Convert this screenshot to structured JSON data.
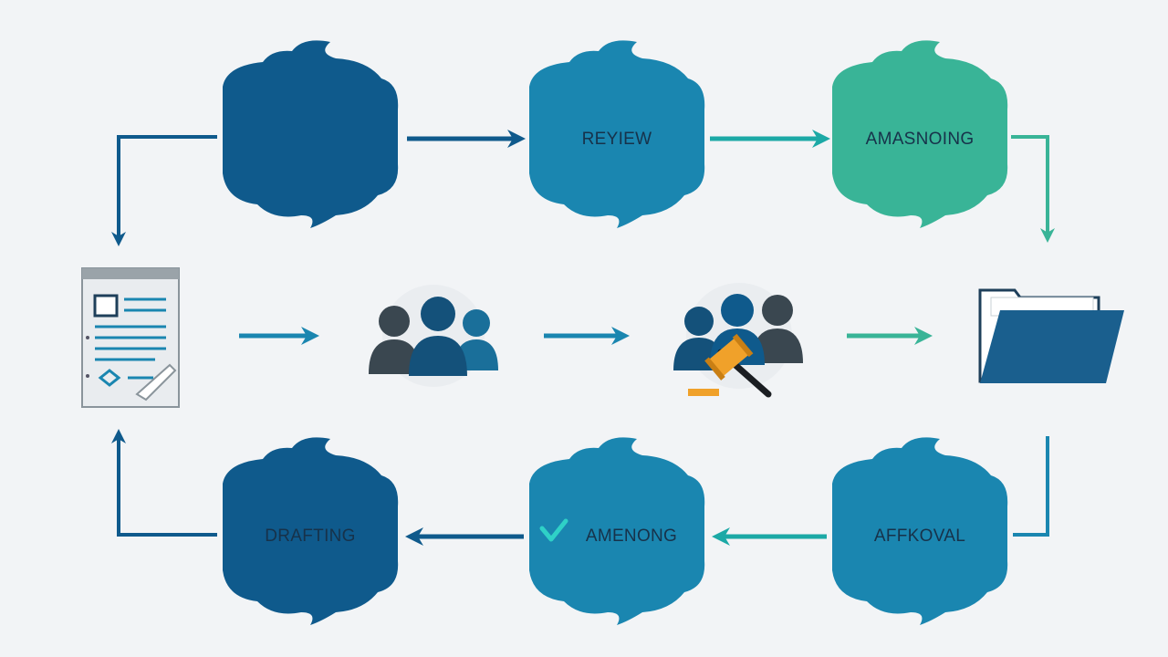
{
  "colors": {
    "background": "#f2f4f6",
    "dark_blue": "#0f5a8c",
    "mid_blue": "#1a86b0",
    "teal": "#39b497",
    "bright_teal": "#1ca9a6",
    "gray_figure": "#3a4750",
    "gavel_orange": "#f0a12a",
    "label": "#17324a"
  },
  "stages": {
    "top_left": {
      "label": "",
      "icon": "cloud-shape"
    },
    "review": {
      "label": "REYIEW",
      "icon": "cloud-shape"
    },
    "amending_top": {
      "label": "AMASNOING",
      "icon": "cloud-shape"
    },
    "approval": {
      "label": "AFFKOVAL",
      "icon": "cloud-shape"
    },
    "amending_bottom": {
      "label": "AMENONG",
      "icon": "cloud-shape",
      "badge_icon": "checkmark-icon"
    },
    "drafting": {
      "label": "DRAFTING",
      "icon": "cloud-shape"
    }
  },
  "icons": {
    "document": "document-icon",
    "team": "people-group-icon",
    "legislators": "people-gavel-icon",
    "folder": "folder-icon"
  }
}
